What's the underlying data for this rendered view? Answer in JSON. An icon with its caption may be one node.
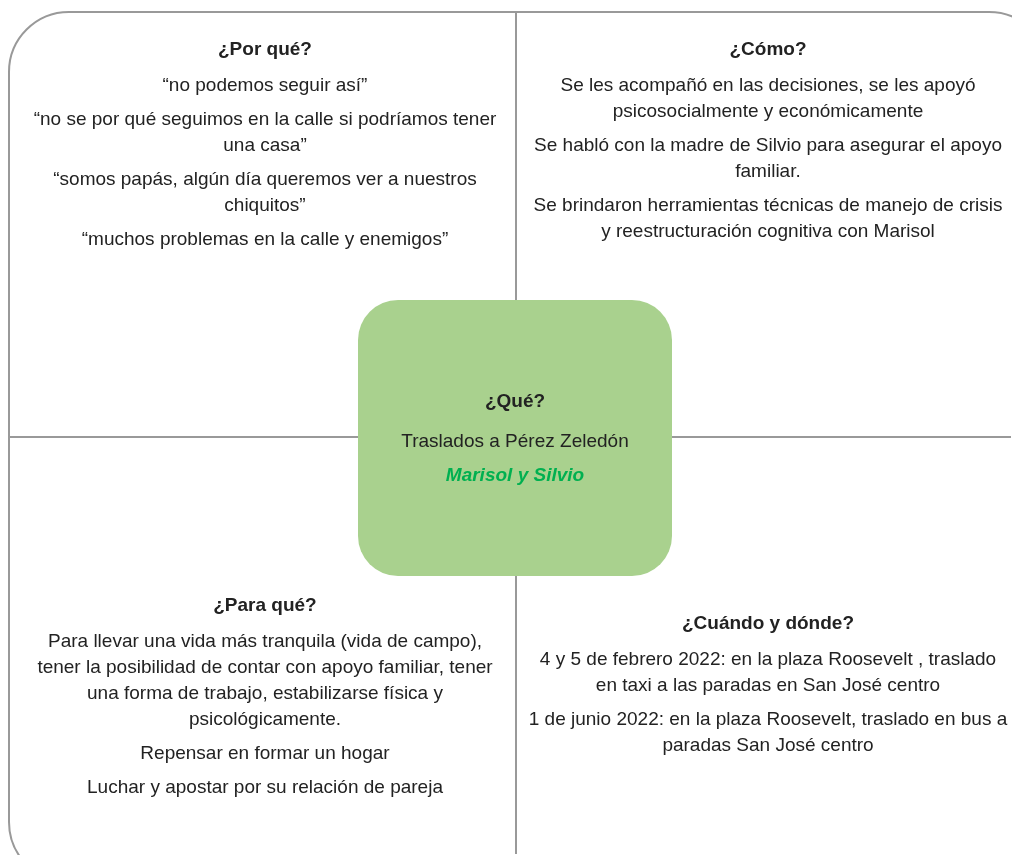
{
  "diagram": {
    "nodes": [
      {
        "text": [
          "¿Por qué?",
          "“no podemos seguir así”",
          "“no se por qué seguimos en la calle si podríamos tener una casa”",
          "“somos papás, algún día queremos ver a nuestros chiquitos”",
          "“muchos problemas en la calle y enemigos”"
        ]
      },
      {
        "text": [
          "¿Cómo?",
          "Se les acompañó en las decisiones, se les apoyó psicosocialmente y económicamente",
          "Se habló con la madre de Silvio para asegurar el apoyo familiar.",
          "Se brindaron herramientas técnicas de manejo de crisis y reestructuración cognitiva con Marisol"
        ]
      },
      {
        "text": [
          "¿Qué?",
          "Traslados a Pérez Zeledón",
          "Marisol y Silvio"
        ]
      },
      {
        "text": [
          "¿Para qué?",
          "Para llevar una vida más tranquila (vida de campo), tener la posibilidad de contar con apoyo familiar, tener una forma de trabajo, estabilizarse física y psicológicamente.",
          "Repensar en formar un hogar",
          "Luchar y apostar por su relación de pareja"
        ]
      },
      {
        "text": [
          "¿Cuándo y dónde?",
          "4 y 5 de febrero 2022: en la plaza Roosevelt , traslado en taxi a las paradas en San José centro",
          "1 de junio 2022: en la plaza Roosevelt, traslado en bus a paradas San José centro"
        ]
      }
    ],
    "edges": []
  }
}
